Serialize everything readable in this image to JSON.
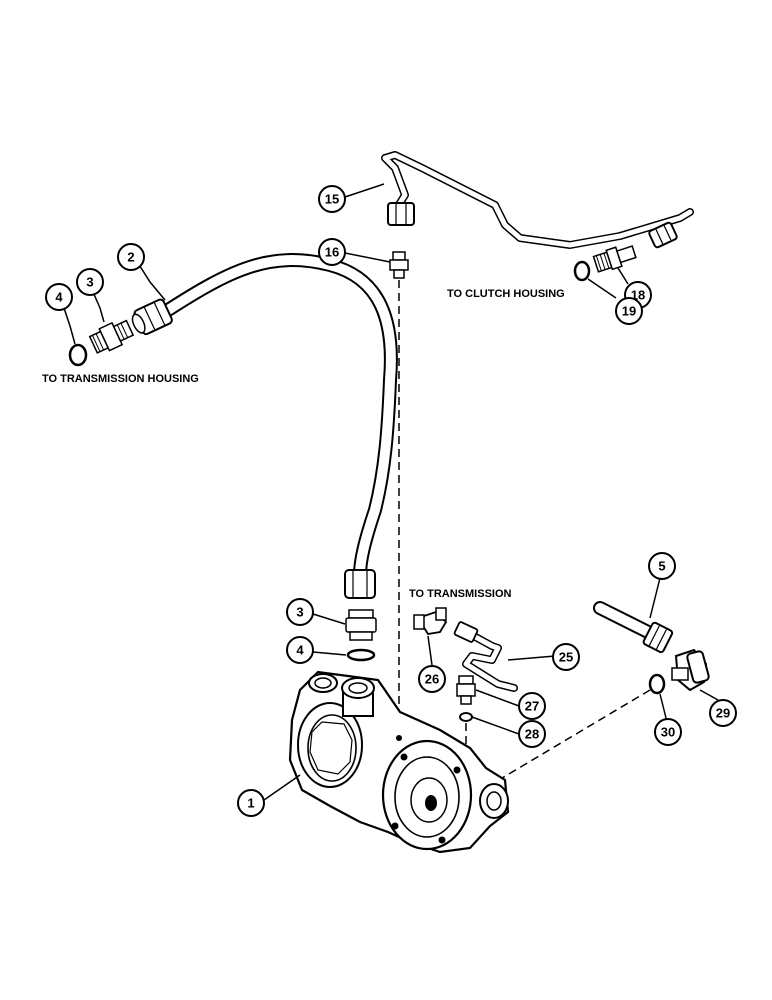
{
  "diagram": {
    "labels": {
      "to_transmission_housing": "TO TRANSMISSION HOUSING",
      "to_clutch_housing": "TO CLUTCH HOUSING",
      "to_transmission": "TO TRANSMISSION"
    },
    "callouts": [
      "15",
      "16",
      "2",
      "3",
      "4",
      "18",
      "19",
      "5",
      "3",
      "4",
      "26",
      "25",
      "27",
      "28",
      "29",
      "30",
      "1"
    ]
  }
}
